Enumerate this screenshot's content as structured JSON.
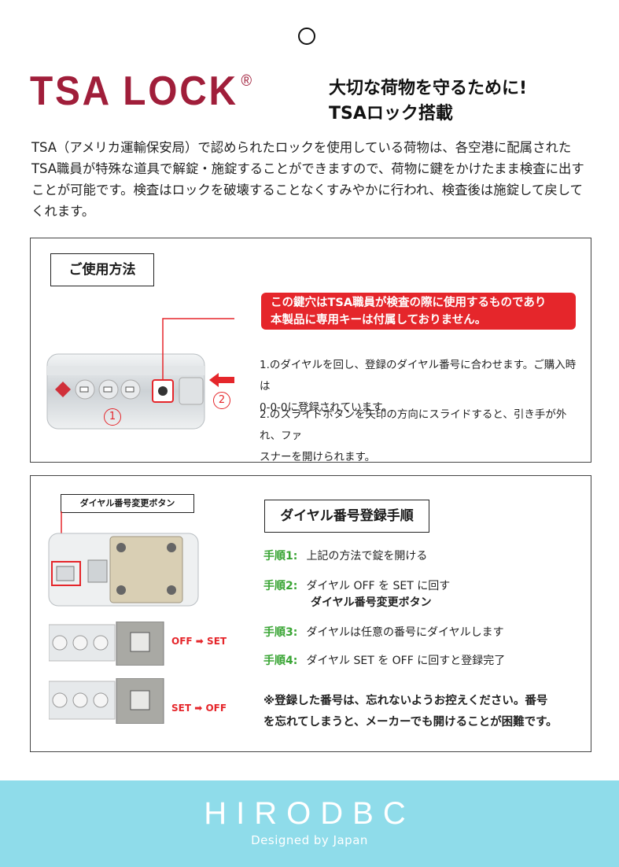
{
  "logo": {
    "text": "TSA LOCK",
    "mark": "®"
  },
  "headline": {
    "line1": "大切な荷物を守るために!",
    "line2": "TSAロック搭載"
  },
  "intro": "TSA（アメリカ運輸保安局）で認められたロックを使用している荷物は、各空港に配属された TSA職員が特殊な道具で解錠・施錠することができますので、荷物に鍵をかけたまま検査に出すことが可能です。検査はロックを破壊することなくすみやかに行われ、検査後は施錠して戻してくれます。",
  "usage": {
    "title": "ご使用方法",
    "callout": [
      "この鍵穴はTSA職員が検査の際に使用するものであり",
      "本製品に専用キーは付属しておりません。"
    ],
    "step1": [
      "1.のダイヤルを回し、登録のダイヤル番号に合わせます。ご購入時は",
      "0-0-0に登録されています。"
    ],
    "step2": [
      "2.のスライドボタンを矢印の方向にスライドすると、引き手が外れ、ファ",
      "スナーを開けられます。"
    ],
    "marker1": "1",
    "marker2": "2"
  },
  "register": {
    "title": "ダイヤル番号登録手順",
    "button_label": "ダイヤル番号変更ボタン",
    "steps": [
      {
        "label": "手順1:",
        "text": "上記の方法で錠を開ける",
        "sub": ""
      },
      {
        "label": "手順2:",
        "text": "ダイヤル OFF を SET に回す",
        "sub": "ダイヤル番号変更ボタン"
      },
      {
        "label": "手順3:",
        "text": "ダイヤルは任意の番号にダイヤルします",
        "sub": ""
      },
      {
        "label": "手順4:",
        "text": "ダイヤル SET を OFF に回すと登録完了",
        "sub": ""
      }
    ],
    "off_set": {
      "from": "OFF",
      "to": "SET"
    },
    "set_off": {
      "from": "SET",
      "to": "OFF"
    },
    "note": [
      "※登録した番号は、忘れないようお控えください。番号",
      "を忘れてしまうと、メーカーでも開けることが困難です。"
    ]
  },
  "footer": {
    "brand": "HIRODBC",
    "tagline": "Designed by Japan"
  },
  "colors": {
    "brand_red": "#a01e3a",
    "accent_red": "#e5262b",
    "step_green": "#3aa535",
    "footer_blue": "#8fdcea"
  }
}
